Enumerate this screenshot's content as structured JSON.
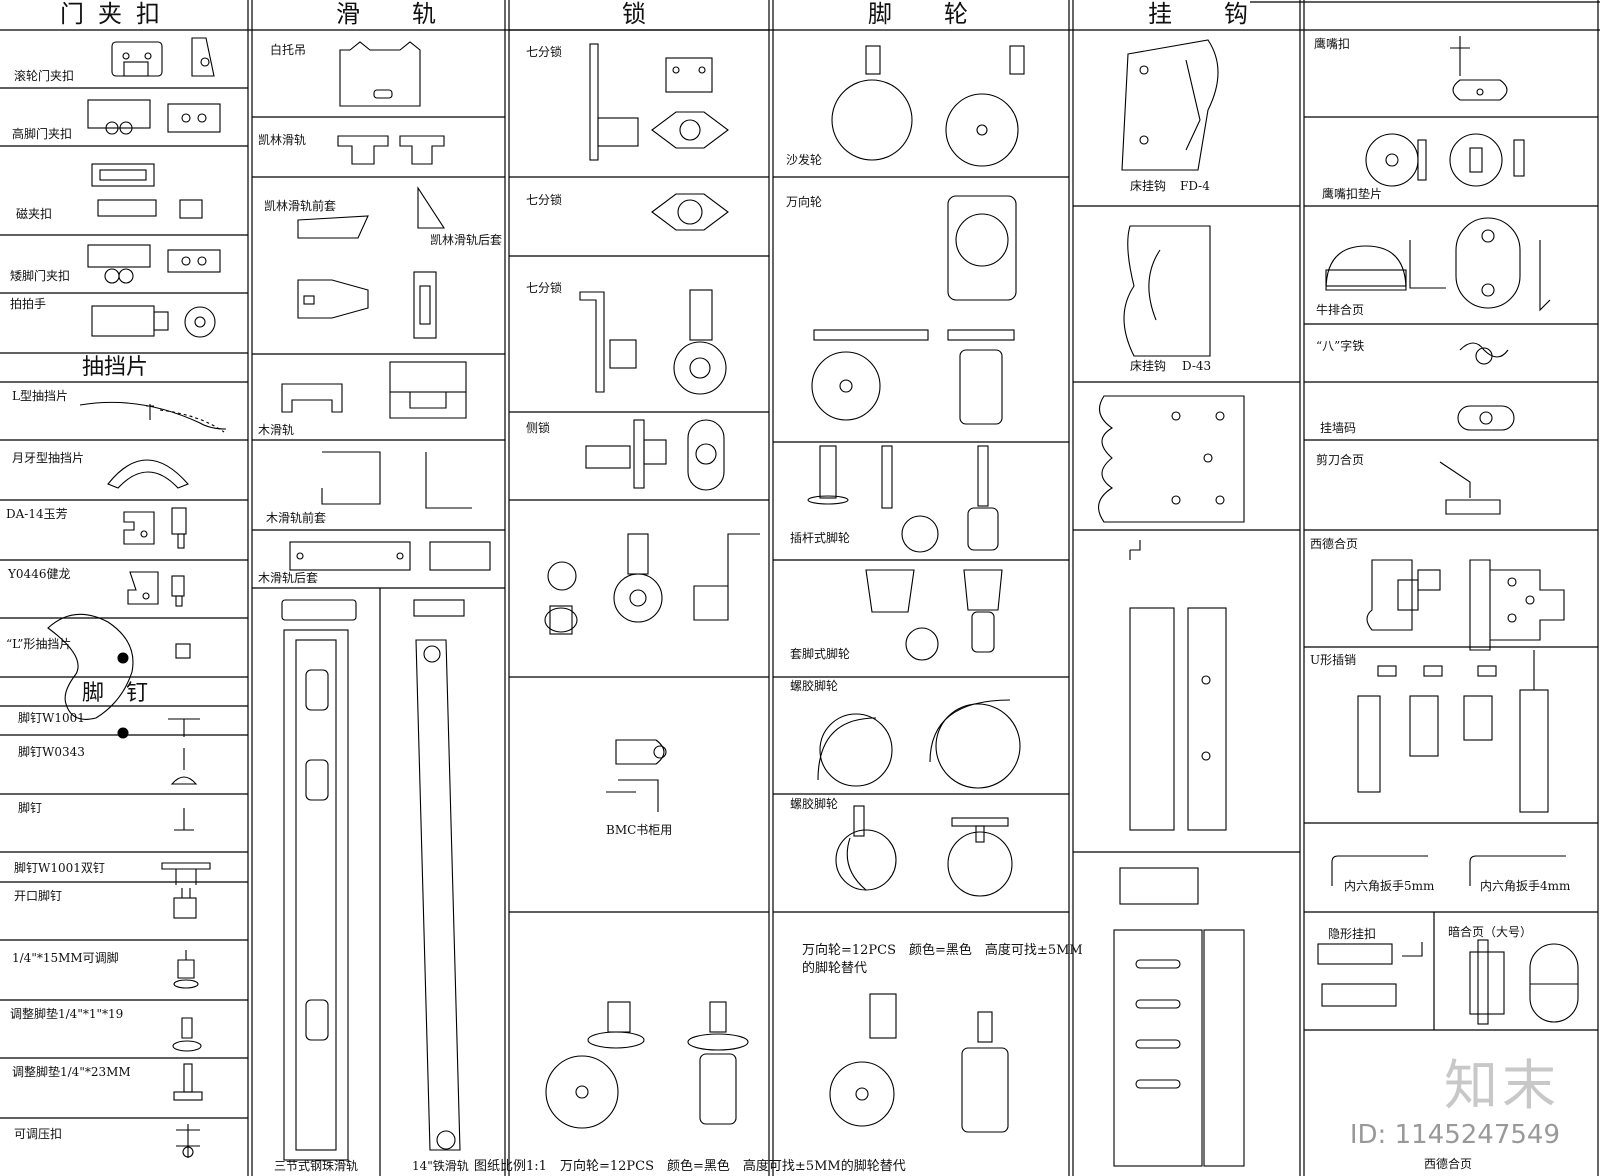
{
  "columns": [
    {
      "title": "门夹扣"
    },
    {
      "title": "滑　轨"
    },
    {
      "title": "锁"
    },
    {
      "title": "脚　轮"
    },
    {
      "title": "挂　钩"
    }
  ],
  "col1": {
    "items": [
      "滚轮门夹扣",
      "高脚门夹扣",
      "磁夹扣",
      "矮脚门夹扣",
      "拍拍手"
    ],
    "section2_title": "抽挡片",
    "items2": [
      "L型抽挡片",
      "月牙型抽挡片",
      "DA-14玉芳",
      "Y0446健龙",
      "“L”形抽挡片"
    ],
    "section3_title": "脚　钉",
    "items3": [
      "脚钉W1001",
      "脚钉W0343",
      "脚钉",
      "脚钉W1001双钉",
      "开口脚钉",
      "1/4\"*15MM可调脚",
      "调整脚垫1/4\"*1\"*19",
      "调整脚垫1/4\"*23MM",
      "可调压扣"
    ]
  },
  "col2": {
    "items": [
      "白托吊",
      "凯林滑轨",
      "凯林滑轨前套",
      "凯林滑轨后套",
      "木滑轨",
      "木滑轨前套",
      "木滑轨后套",
      "三节式钢珠滑轨",
      "14\"铁滑轨"
    ]
  },
  "col3": {
    "items": [
      "七分锁",
      "七分锁",
      "七分锁",
      "侧锁",
      "BMC书柜用"
    ]
  },
  "col4": {
    "items": [
      "沙发轮",
      "万向轮",
      "插杆式脚轮",
      "套脚式脚轮",
      "螺胶脚轮",
      "螺胶脚轮"
    ],
    "note_line1": "万向轮=12PCS　颜色=黑色　高度可找±5MM",
    "note_line2": "的脚轮替代"
  },
  "col5": {
    "items": [
      "床挂钩",
      "FD-4",
      "床挂钩",
      "D-43"
    ]
  },
  "col6": {
    "items": [
      "鹰嘴扣",
      "鹰嘴扣垫片",
      "牛排合页",
      "“八”字铁",
      "挂墙码",
      "剪刀合页",
      "西德合页",
      "U形插销",
      "内六角扳手5mm",
      "内六角扳手4mm",
      "隐形挂扣",
      "暗合页（大号）",
      "西德合页"
    ]
  },
  "footer": {
    "scale": "图纸比例1:1",
    "note": "万向轮=12PCS　颜色=黑色　高度可找±5MM的脚轮替代"
  },
  "watermark": {
    "logo": "知末",
    "id": "ID: 1145247549"
  }
}
